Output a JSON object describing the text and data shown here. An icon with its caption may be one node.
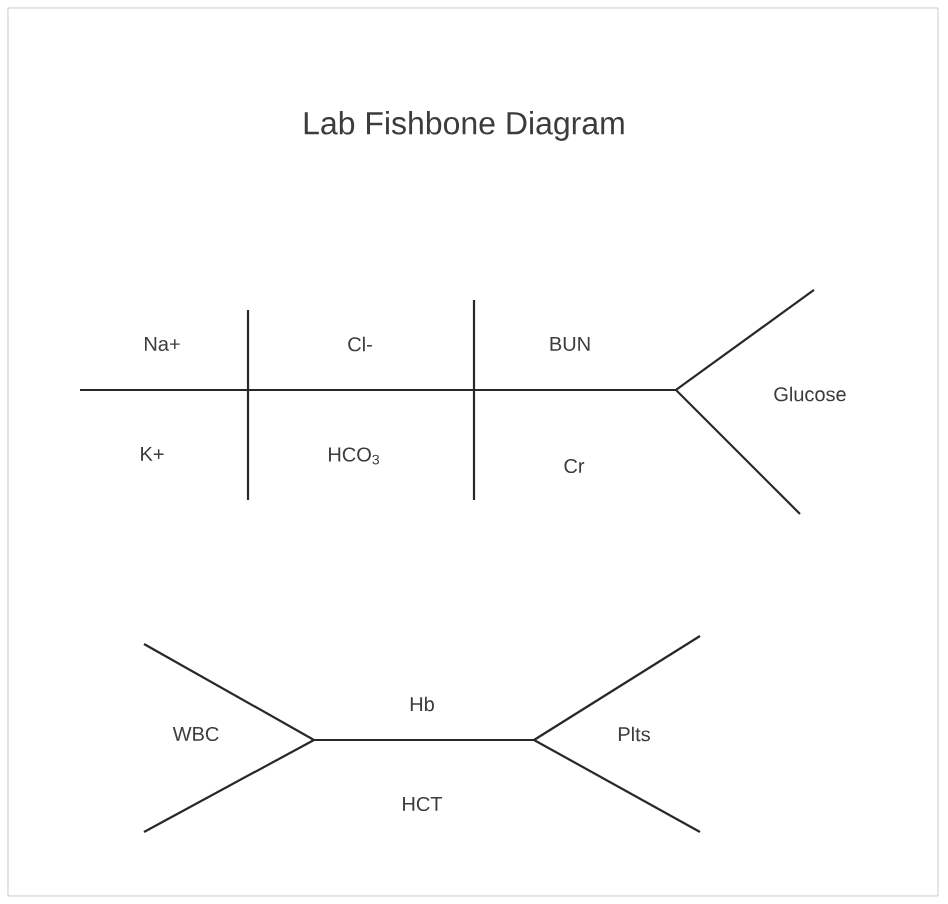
{
  "diagram": {
    "title": "Lab Fishbone Diagram",
    "labels": [
      "Na+",
      "Cl-",
      "BUN",
      "Glucose",
      "K+",
      "HCO$_{3}$",
      "Cr",
      "Hb",
      "WBC",
      "Plts",
      "HCT"
    ]
  }
}
